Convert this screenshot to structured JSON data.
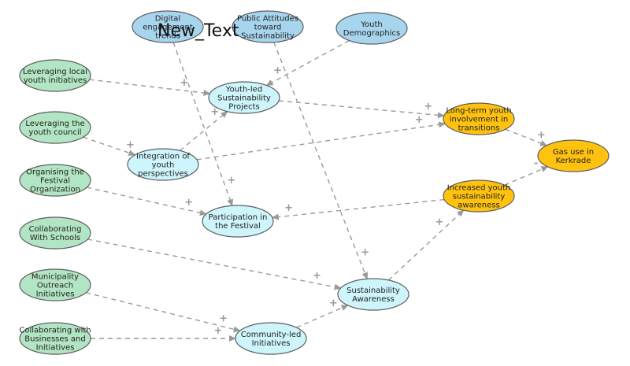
{
  "overlay_text": "New_Text",
  "colors": {
    "driver": "#a8d5ee",
    "lever": "#b2e5c3",
    "mediator": "#cdf5fb",
    "outcome": "#ffc20e",
    "edge": "#9a9a9a",
    "stroke": "#5f5f5f"
  },
  "nodes": [
    {
      "id": "digital",
      "kind": "driver",
      "lines": [
        "Digital",
        "engagement",
        "trends"
      ]
    },
    {
      "id": "attitudes",
      "kind": "driver",
      "lines": [
        "Public Attitudes",
        "toward",
        "Sustainability"
      ]
    },
    {
      "id": "demographics",
      "kind": "driver",
      "lines": [
        "Youth",
        "Demographics"
      ]
    },
    {
      "id": "local",
      "kind": "lever",
      "lines": [
        "Leveraging local",
        "youth initiatives"
      ]
    },
    {
      "id": "council",
      "kind": "lever",
      "lines": [
        "Leveraging the",
        "youth council"
      ]
    },
    {
      "id": "festival_org",
      "kind": "lever",
      "lines": [
        "Organising the",
        "Festival",
        "Organization"
      ]
    },
    {
      "id": "schools",
      "kind": "lever",
      "lines": [
        "Collaborating",
        "With Schools"
      ]
    },
    {
      "id": "municipality",
      "kind": "lever",
      "lines": [
        "Municipality",
        "Outreach",
        "Initiatives"
      ]
    },
    {
      "id": "businesses",
      "kind": "lever",
      "lines": [
        "Collaborating with",
        "Businesses and",
        "Initiatives"
      ]
    },
    {
      "id": "projects",
      "kind": "mediator",
      "lines": [
        "Youth-led",
        "Sustainability",
        "Projects"
      ]
    },
    {
      "id": "integration",
      "kind": "mediator",
      "lines": [
        "Integration of",
        "youth",
        "perspectives"
      ]
    },
    {
      "id": "participation",
      "kind": "mediator",
      "lines": [
        "Participation in",
        "the Festival"
      ]
    },
    {
      "id": "awareness",
      "kind": "mediator",
      "lines": [
        "Sustainability",
        "Awareness"
      ]
    },
    {
      "id": "community",
      "kind": "mediator",
      "lines": [
        "Community-led",
        "Initiatives"
      ]
    },
    {
      "id": "longterm",
      "kind": "outcome",
      "lines": [
        "Long-term youth",
        "involvement in",
        "transitions"
      ]
    },
    {
      "id": "increased",
      "kind": "outcome",
      "lines": [
        "Increased youth",
        "sustainability",
        "awareness"
      ]
    },
    {
      "id": "gas",
      "kind": "outcome",
      "lines": [
        "Gas use in",
        "Kerkrade"
      ]
    }
  ],
  "edges": [
    {
      "from": "local",
      "to": "projects",
      "sign": "+"
    },
    {
      "from": "demographics",
      "to": "projects",
      "sign": "+"
    },
    {
      "from": "digital",
      "to": "participation",
      "sign": "+"
    },
    {
      "from": "attitudes",
      "to": "awareness",
      "sign": "+"
    },
    {
      "from": "council",
      "to": "integration",
      "sign": "+"
    },
    {
      "from": "integration",
      "to": "projects",
      "sign": "+"
    },
    {
      "from": "integration",
      "to": "longterm",
      "sign": "+"
    },
    {
      "from": "projects",
      "to": "longterm",
      "sign": "+"
    },
    {
      "from": "festival_org",
      "to": "participation",
      "sign": "+"
    },
    {
      "from": "increased",
      "to": "participation",
      "sign": "+"
    },
    {
      "from": "schools",
      "to": "awareness",
      "sign": "+"
    },
    {
      "from": "awareness",
      "to": "increased",
      "sign": "+"
    },
    {
      "from": "municipality",
      "to": "community",
      "sign": "+"
    },
    {
      "from": "businesses",
      "to": "community",
      "sign": "+"
    },
    {
      "from": "community",
      "to": "awareness",
      "sign": "+"
    },
    {
      "from": "longterm",
      "to": "gas",
      "sign": "+"
    },
    {
      "from": "increased",
      "to": "gas",
      "sign": "-"
    }
  ]
}
